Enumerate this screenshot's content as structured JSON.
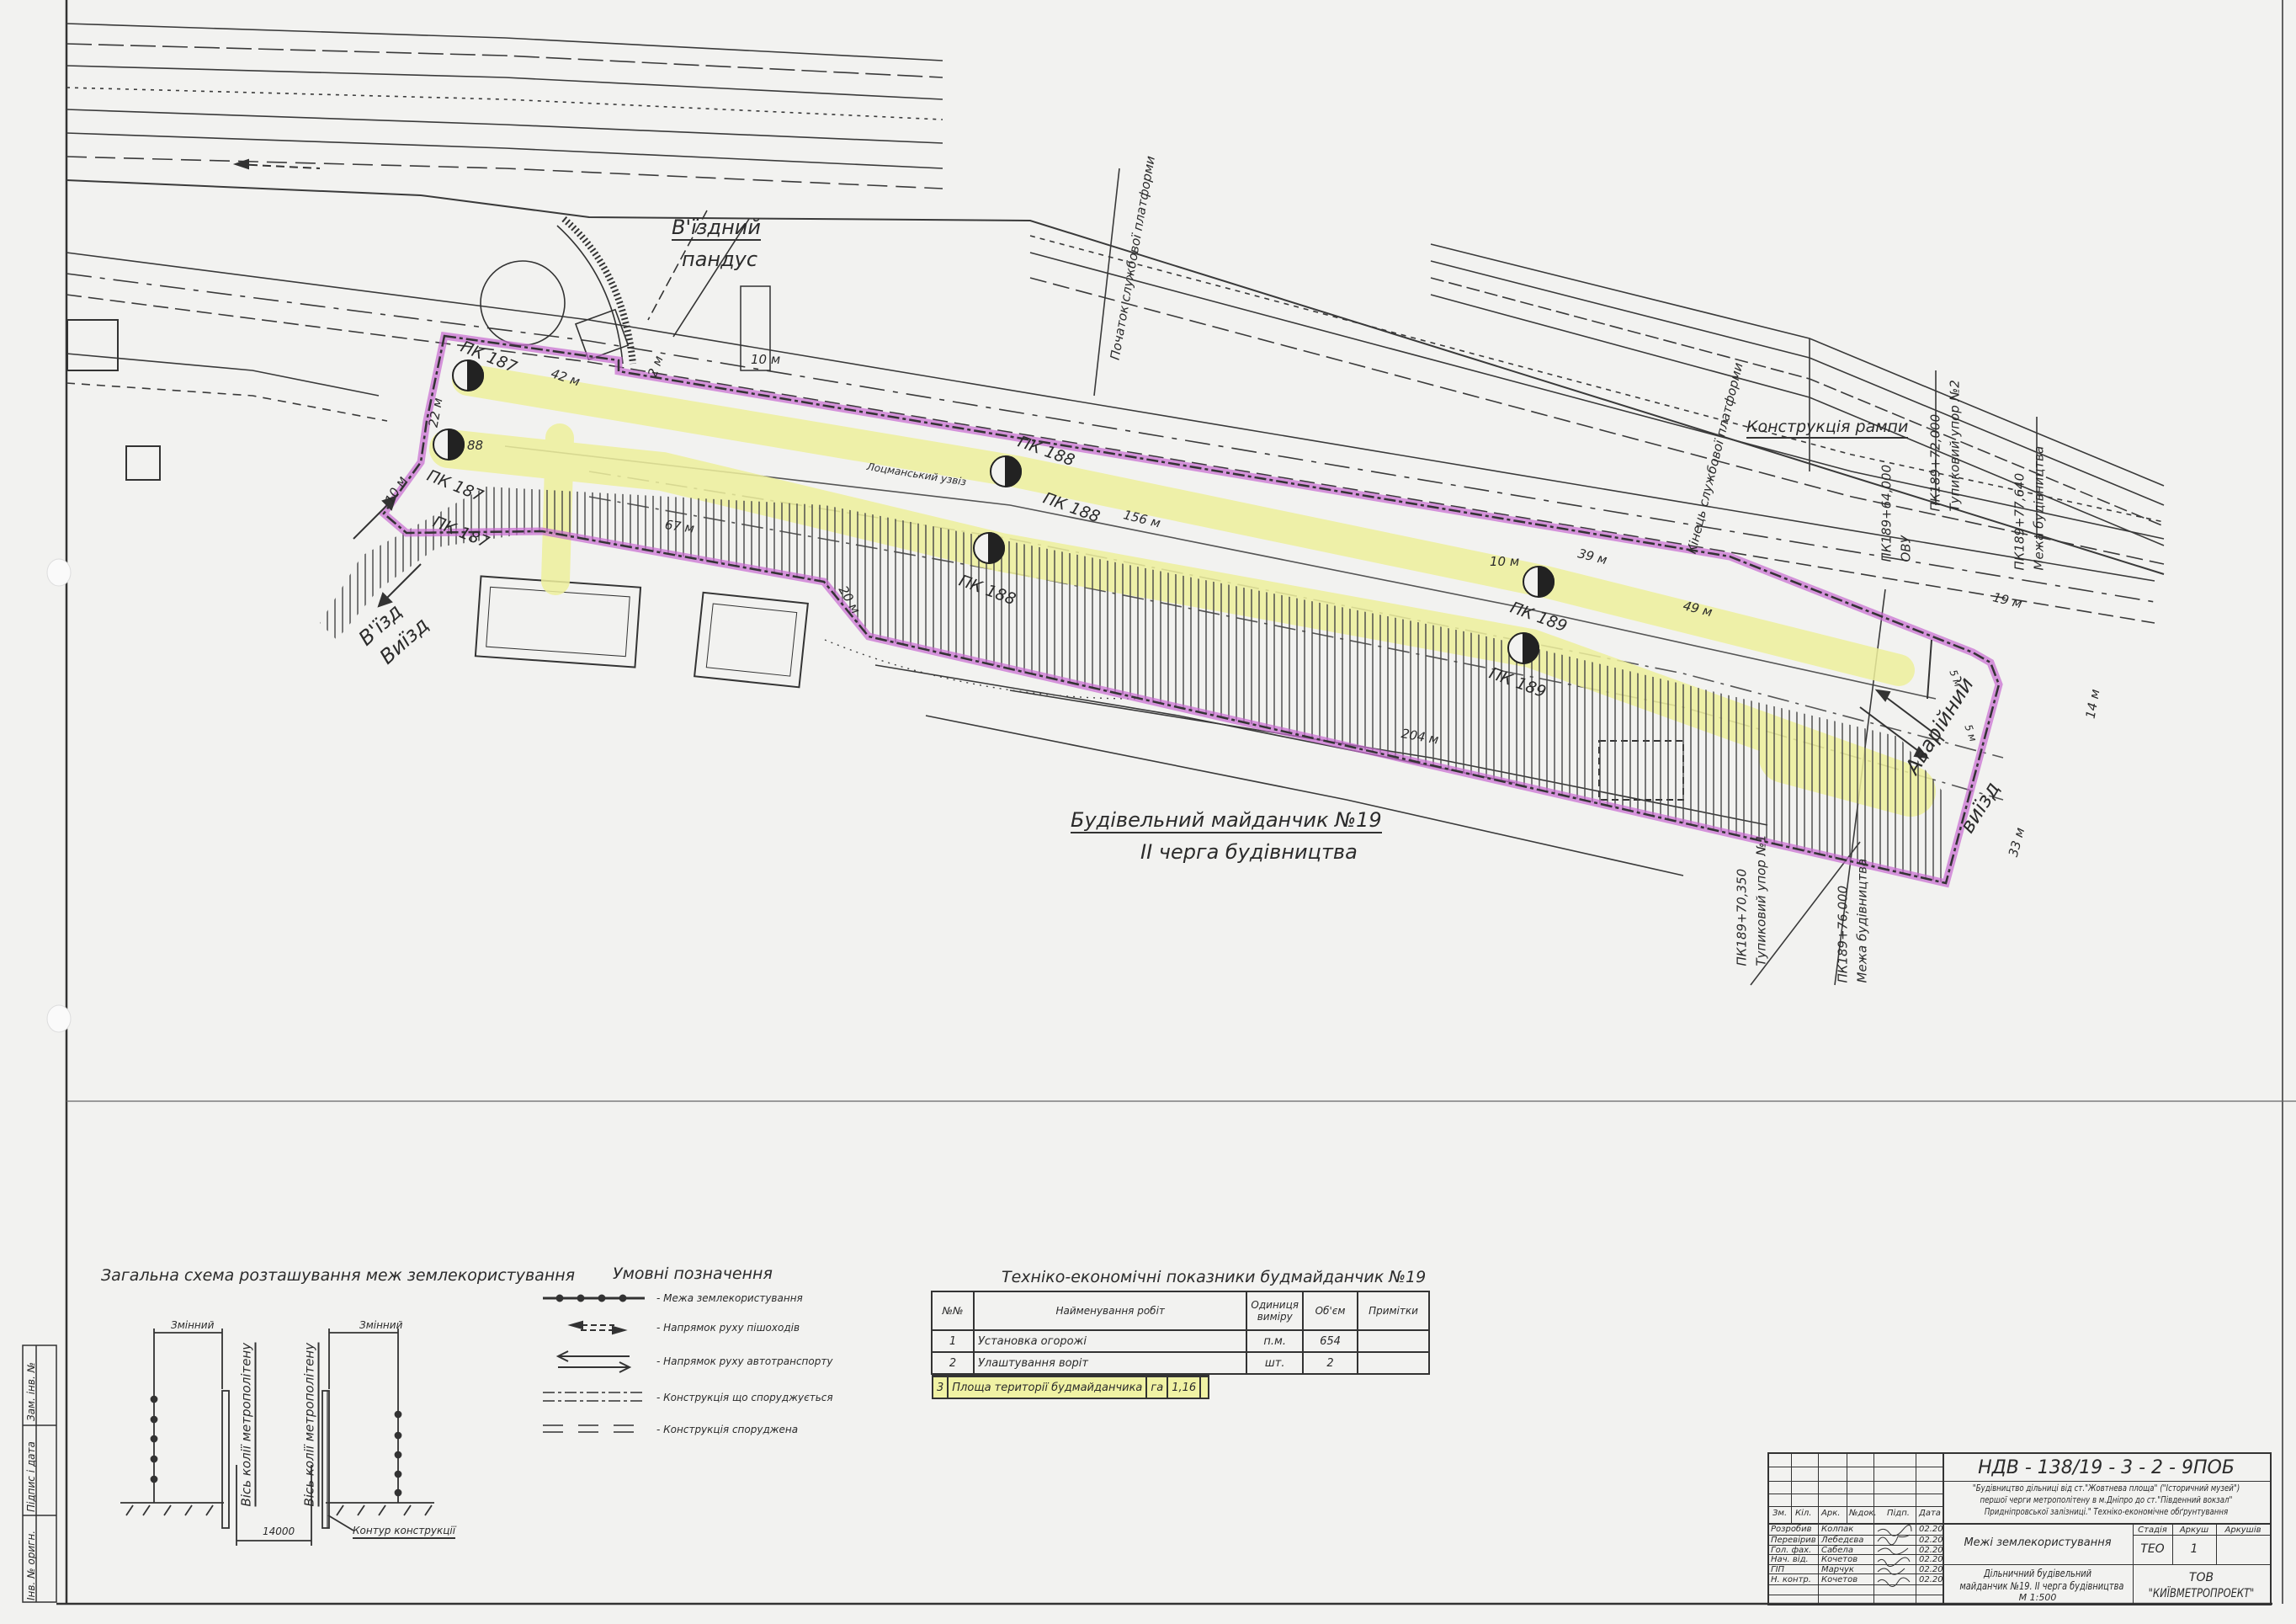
{
  "colors": {
    "boundary": "#c86ad0",
    "highlight": "#eef09c",
    "ink": "#2a2a2a",
    "paper": "#f2f2f0"
  },
  "map": {
    "ramp_label": {
      "line1": "В'їздний",
      "line2": "пандус"
    },
    "entry_label": "В'їзд",
    "exit_label": "Виїзд",
    "emergency_exit": {
      "line1": "Аварійний",
      "line2": "виїзд"
    },
    "ramp_structure": "Конструкція рампи",
    "platform_end": "Кінець службової платформи",
    "platform_start": "Початок службової платформи",
    "street_label": "Лоцманський узвіз",
    "pickets": [
      "ПК 187",
      "ПК 187",
      "ПК 187",
      "ПК 188",
      "ПК 188",
      "ПК 188",
      "ПК 189",
      "ПК 189"
    ],
    "distances": [
      "42 м",
      "22 м",
      "10 м",
      "2 м",
      "10 м",
      "67 м",
      "20 м",
      "156 м",
      "88",
      "10 м",
      "39 м",
      "49 м",
      "19 м",
      "14 м",
      "5 м",
      "5 м",
      "33 м",
      "204 м"
    ],
    "chainages": [
      {
        "value": "ПК189+64,000",
        "note": "ОВУ"
      },
      {
        "value": "ПК189+72,000",
        "note": "Тупиковий упор №2"
      },
      {
        "value": "ПК189+77,640",
        "note": "Межа будівництва"
      },
      {
        "value": "ПК189+70,350",
        "note": "Тупиковий упор №1"
      },
      {
        "value": "ПК189+76,000",
        "note": "Межа будівництва"
      }
    ],
    "site_label": {
      "title": "Будівельний майданчик №19",
      "subtitle": "ІІ черга будівництва"
    }
  },
  "schema": {
    "title": "Загальна схема розташування меж землекористування",
    "variable_left": "Змінний",
    "variable_right": "Змінний",
    "axis_left": "Вісь колії метрополітену",
    "axis_right": "Вісь колії метрополітену",
    "dimension": "14000",
    "contour": "Контур конструкції"
  },
  "legend": {
    "title": "Умовні позначення",
    "items": [
      {
        "icon": "land-boundary-line",
        "label": "- Межа землекористування"
      },
      {
        "icon": "pedestrian-direction-arrows",
        "label": "- Напрямок руху пішоходів"
      },
      {
        "icon": "vehicle-direction-arrows",
        "label": "- Напрямок руху автотранспорту"
      },
      {
        "icon": "structure-under-construction-line",
        "label": "- Конструкція що споруджується"
      },
      {
        "icon": "built-structure-line",
        "label": "- Конструкція споруджена"
      }
    ]
  },
  "table": {
    "title": "Техніко-економічні показники будмайданчик №19",
    "headers": [
      "№№",
      "Найменування робіт",
      "Одиниця виміру",
      "Об'єм",
      "Примітки"
    ],
    "rows": [
      {
        "no": "1",
        "name": "Установка огорожі",
        "unit": "п.м.",
        "volume": "654",
        "note": ""
      },
      {
        "no": "2",
        "name": "Улаштування воріт",
        "unit": "шт.",
        "volume": "2",
        "note": ""
      },
      {
        "no": "3",
        "name": "Площа території будмайданчика",
        "unit": "га",
        "volume": "1,16",
        "note": ""
      }
    ]
  },
  "title_block": {
    "code": "НДВ - 138/19 - 3 - 2 - 9ПОБ",
    "project": [
      "\"Будівництво дільниці від ст.\"Жовтнева площа\" (\"Історичний музей\")",
      "першої черги метрополітену в м.Дніпро до ст.\"Південний вокзал\"",
      "Придніпровської залізниці.\" Техніко-економічне обґрунтування"
    ],
    "col_headers": [
      "Зм.",
      "Кіл.",
      "Арк.",
      "№док.",
      "Підп.",
      "Дата"
    ],
    "staff": [
      {
        "role": "Розробив",
        "name": "Колпак",
        "date": "02.20"
      },
      {
        "role": "Перевірив",
        "name": "Лебедєва",
        "date": "02.20"
      },
      {
        "role": "Гол. фах.",
        "name": "Сабела",
        "date": "02.20"
      },
      {
        "role": "Нач. від.",
        "name": "Кочетов",
        "date": "02.20"
      },
      {
        "role": "ГІП",
        "name": "Марчук",
        "date": "02.20"
      },
      {
        "role": "Н. контр.",
        "name": "Кочетов",
        "date": "02.20"
      }
    ],
    "sheet_title": "Межі землекористування",
    "stage_headers": [
      "Стадія",
      "Аркуш",
      "Аркушів"
    ],
    "stage": "ТЕО",
    "sheet": "1",
    "sheets": "",
    "drawing_title": [
      "Дільничний будівельний",
      "майданчик №19. ІІ черга будівництва",
      "М 1:500"
    ],
    "company": [
      "ТОВ",
      "\"КИЇВМЕТРОПРОЕКТ\""
    ]
  },
  "side_stamp": [
    "Зам. інв. №",
    "Підпис і дата",
    "Інв. № оригн."
  ]
}
